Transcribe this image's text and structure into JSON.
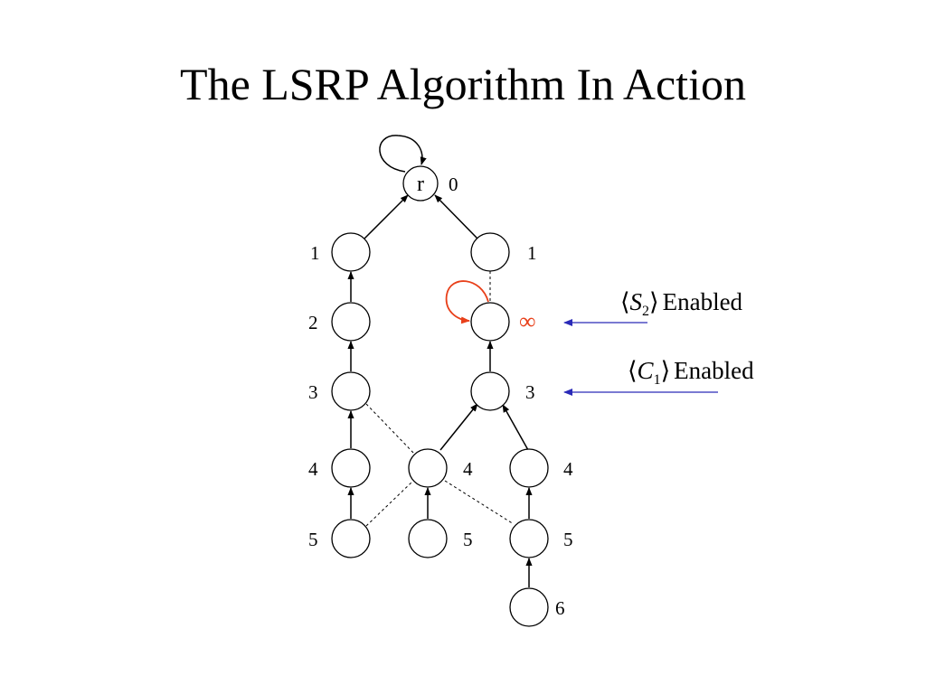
{
  "slide": {
    "title": "The LSRP Algorithm In Action"
  },
  "graph": {
    "root": {
      "name": "r",
      "value": "0"
    },
    "labels": {
      "l1": "1",
      "r1": "1",
      "l2": "2",
      "r2": "∞",
      "l3": "3",
      "r3": "3",
      "l4": "4",
      "m4": "4",
      "rr4": "4",
      "l5": "5",
      "m5": "5",
      "rr5": "5",
      "rr6": "6"
    }
  },
  "annotations": {
    "s2": {
      "open": "⟨",
      "var": "S",
      "sub": "2",
      "close": "⟩",
      "text": "Enabled"
    },
    "c1": {
      "open": "⟨",
      "var": "C",
      "sub": "1",
      "close": "⟩",
      "text": "Enabled"
    }
  },
  "colors": {
    "edge": "#000000",
    "highlight": "#e8401a",
    "pointer": "#2a2ab8"
  }
}
